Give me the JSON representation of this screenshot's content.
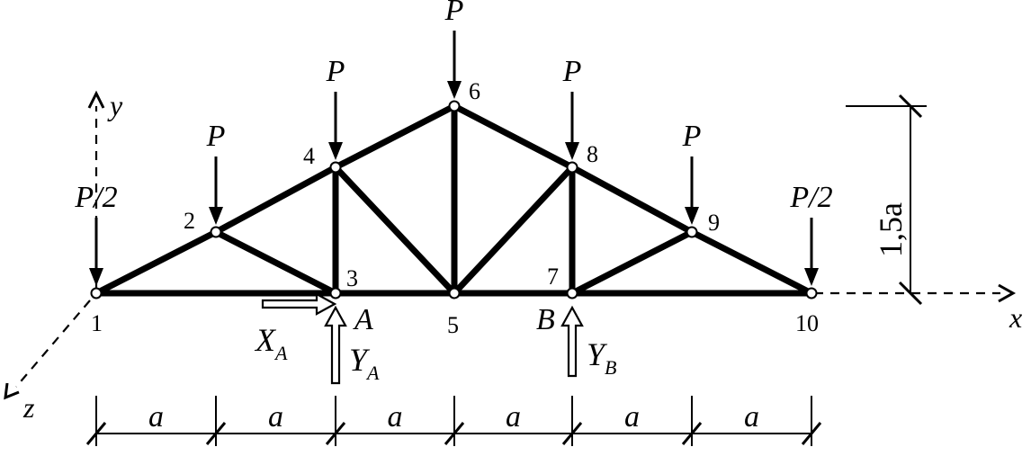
{
  "diagram": {
    "nodes": [
      {
        "id": "1",
        "label": "1"
      },
      {
        "id": "2",
        "label": "2"
      },
      {
        "id": "3",
        "label": "3"
      },
      {
        "id": "4",
        "label": "4"
      },
      {
        "id": "5",
        "label": "5"
      },
      {
        "id": "6",
        "label": "6"
      },
      {
        "id": "7",
        "label": "7"
      },
      {
        "id": "8",
        "label": "8"
      },
      {
        "id": "9",
        "label": "9"
      },
      {
        "id": "10",
        "label": "10"
      }
    ],
    "members": [
      [
        "1",
        "3"
      ],
      [
        "3",
        "5"
      ],
      [
        "5",
        "7"
      ],
      [
        "7",
        "10"
      ],
      [
        "1",
        "2"
      ],
      [
        "2",
        "4"
      ],
      [
        "4",
        "6"
      ],
      [
        "6",
        "8"
      ],
      [
        "8",
        "9"
      ],
      [
        "9",
        "10"
      ],
      [
        "2",
        "3"
      ],
      [
        "3",
        "4"
      ],
      [
        "4",
        "5"
      ],
      [
        "5",
        "6"
      ],
      [
        "5",
        "8"
      ],
      [
        "7",
        "8"
      ],
      [
        "7",
        "9"
      ]
    ],
    "loads": [
      {
        "node": "1",
        "label": "P/2"
      },
      {
        "node": "2",
        "label": "P"
      },
      {
        "node": "4",
        "label": "P"
      },
      {
        "node": "6",
        "label": "P"
      },
      {
        "node": "8",
        "label": "P"
      },
      {
        "node": "9",
        "label": "P"
      },
      {
        "node": "10",
        "label": "P/2"
      }
    ],
    "supports": {
      "A": {
        "label": "A",
        "node": "3",
        "x_reaction": "X",
        "x_sub": "A",
        "y_reaction": "Y",
        "y_sub": "A"
      },
      "B": {
        "label": "B",
        "node": "7",
        "y_reaction": "Y",
        "y_sub": "B"
      }
    },
    "axes": {
      "x": "x",
      "y": "y",
      "z": "z"
    },
    "height_dim": "1,5a",
    "spacing_label": "a",
    "spacing_labels": [
      "a",
      "a",
      "a",
      "a",
      "a",
      "a"
    ]
  }
}
